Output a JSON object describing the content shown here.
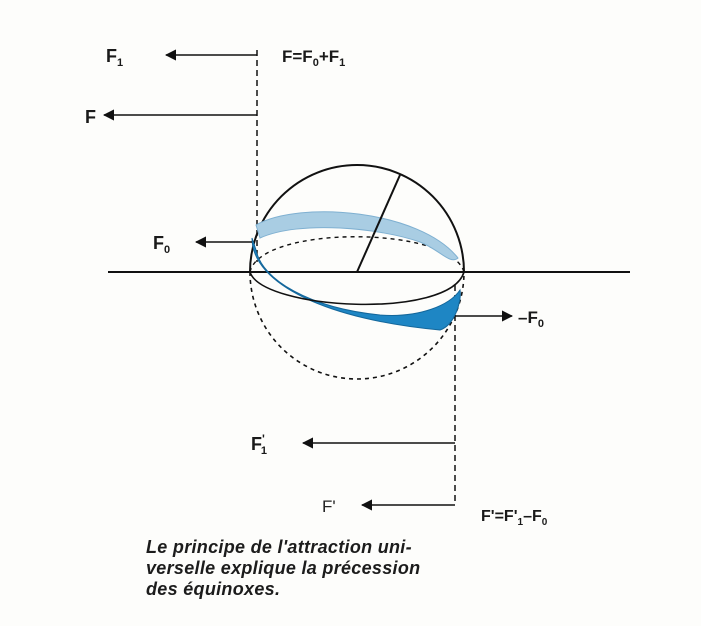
{
  "labels": {
    "f1": "F",
    "f1_sub": "1",
    "f": "F",
    "f_sum": "F=F",
    "f_sum_sub0": "0",
    "f_sum_plus": "+F",
    "f_sum_sub1": "1",
    "f0": "F",
    "f0_sub": "0",
    "minus_f0": "–F",
    "minus_f0_sub": "0",
    "f1_prime": "F",
    "f1_prime_mark": "'",
    "f1_prime_sub": "1",
    "f_prime": "F'",
    "f_prime_eq": "F'=F'",
    "f_prime_eq_sub1": "1",
    "f_prime_eq_minus": "–F",
    "f_prime_eq_sub0": "0"
  },
  "caption": {
    "line1": "Le principe de l'attraction uni-",
    "line2": "verselle explique la précession",
    "line3": "des équinoxes."
  },
  "colors": {
    "line": "#111111",
    "band_light": "#a9cde3",
    "band_dark": "#1e86c4"
  }
}
